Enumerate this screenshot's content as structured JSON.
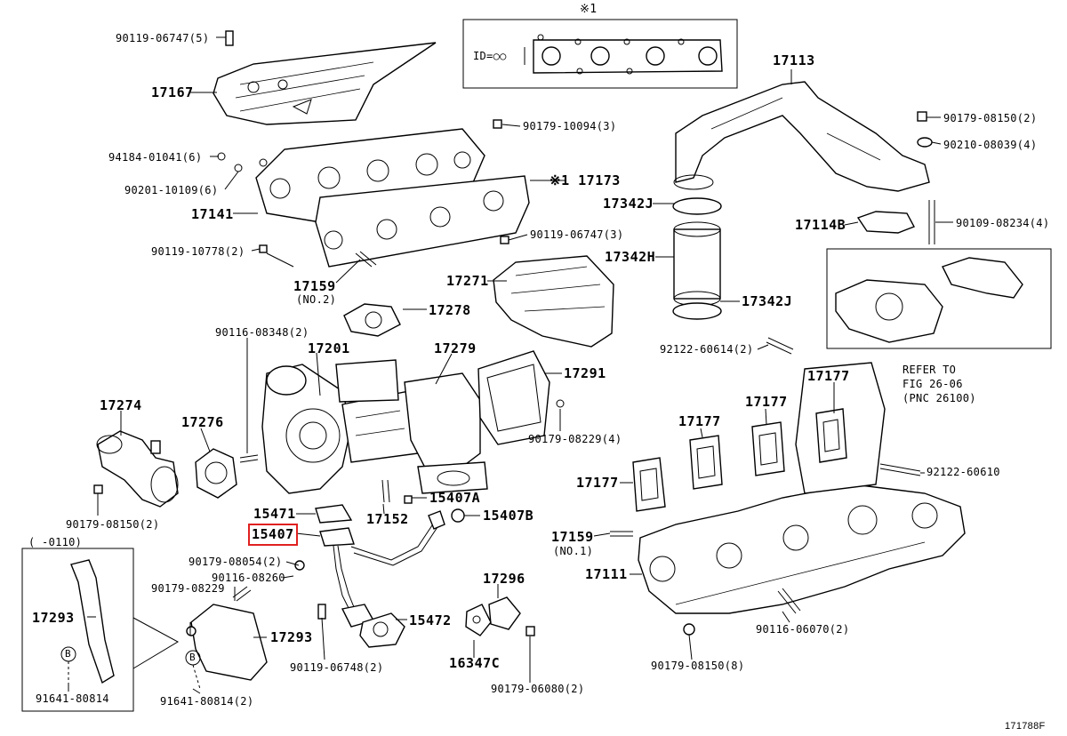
{
  "figure_code": "171788F",
  "gasket_note": {
    "symbol": "※1",
    "id_label": "ID=○○"
  },
  "labels": {
    "l90119_06747_5": "90119-06747(5)",
    "l17167": "17167",
    "l94184_01041_6": "94184-01041(6)",
    "l90201_10109_6": "90201-10109(6)",
    "l17141": "17141",
    "l90119_10778_2": "90119-10778(2)",
    "l17159_no2": "17159",
    "l_no2": "(NO.2)",
    "l90179_10094_3": "90179-10094(3)",
    "l17173": "※1 17173",
    "l90119_06747_3": "90119-06747(3)",
    "l17271": "17271",
    "l17278": "17278",
    "l90116_08348_2": "90116-08348(2)",
    "l17201": "17201",
    "l17279": "17279",
    "l17291": "17291",
    "l90179_08229_4": "90179-08229(4)",
    "l17274": "17274",
    "l17276": "17276",
    "l15407A": "15407A",
    "l15471": "15471",
    "l17152": "17152",
    "l15407B": "15407B",
    "l15407": "15407",
    "l90179_08150_2_left": "90179-08150(2)",
    "l0110": "(    -0110)",
    "l90179_08054_2": "90179-08054(2)",
    "l90116_08260": "90116-08260",
    "l90179_08229": "90179-08229",
    "l17293_a": "17293",
    "l17293_b": "17293",
    "lB1": "B",
    "lB2": "B",
    "l91641_80814": "91641-80814",
    "l91641_80814_2": "91641-80814(2)",
    "l90119_06748_2": "90119-06748(2)",
    "l15472": "15472",
    "l17296": "17296",
    "l16347C": "16347C",
    "l90179_06080_2": "90179-06080(2)",
    "l17113": "17113",
    "l90179_08150_2_right": "90179-08150(2)",
    "l90210_08039_4": "90210-08039(4)",
    "l17342J_top": "17342J",
    "l17114B": "17114B",
    "l90109_08234_4": "90109-08234(4)",
    "l17342H": "17342H",
    "l17342J_bot": "17342J",
    "refer": [
      "REFER TO",
      "FIG 26-06",
      "(PNC 26100)"
    ],
    "l92122_60614_2": "92122-60614(2)",
    "l17177_a": "17177",
    "l17177_b": "17177",
    "l17177_c": "17177",
    "l17177_d": "17177",
    "l92122_60610": "92122-60610",
    "l17159_no1": "17159",
    "l_no1": "(NO.1)",
    "l17111": "17111",
    "l90116_06070_2": "90116-06070(2)",
    "l90179_08150_8": "90179-08150(8)"
  }
}
